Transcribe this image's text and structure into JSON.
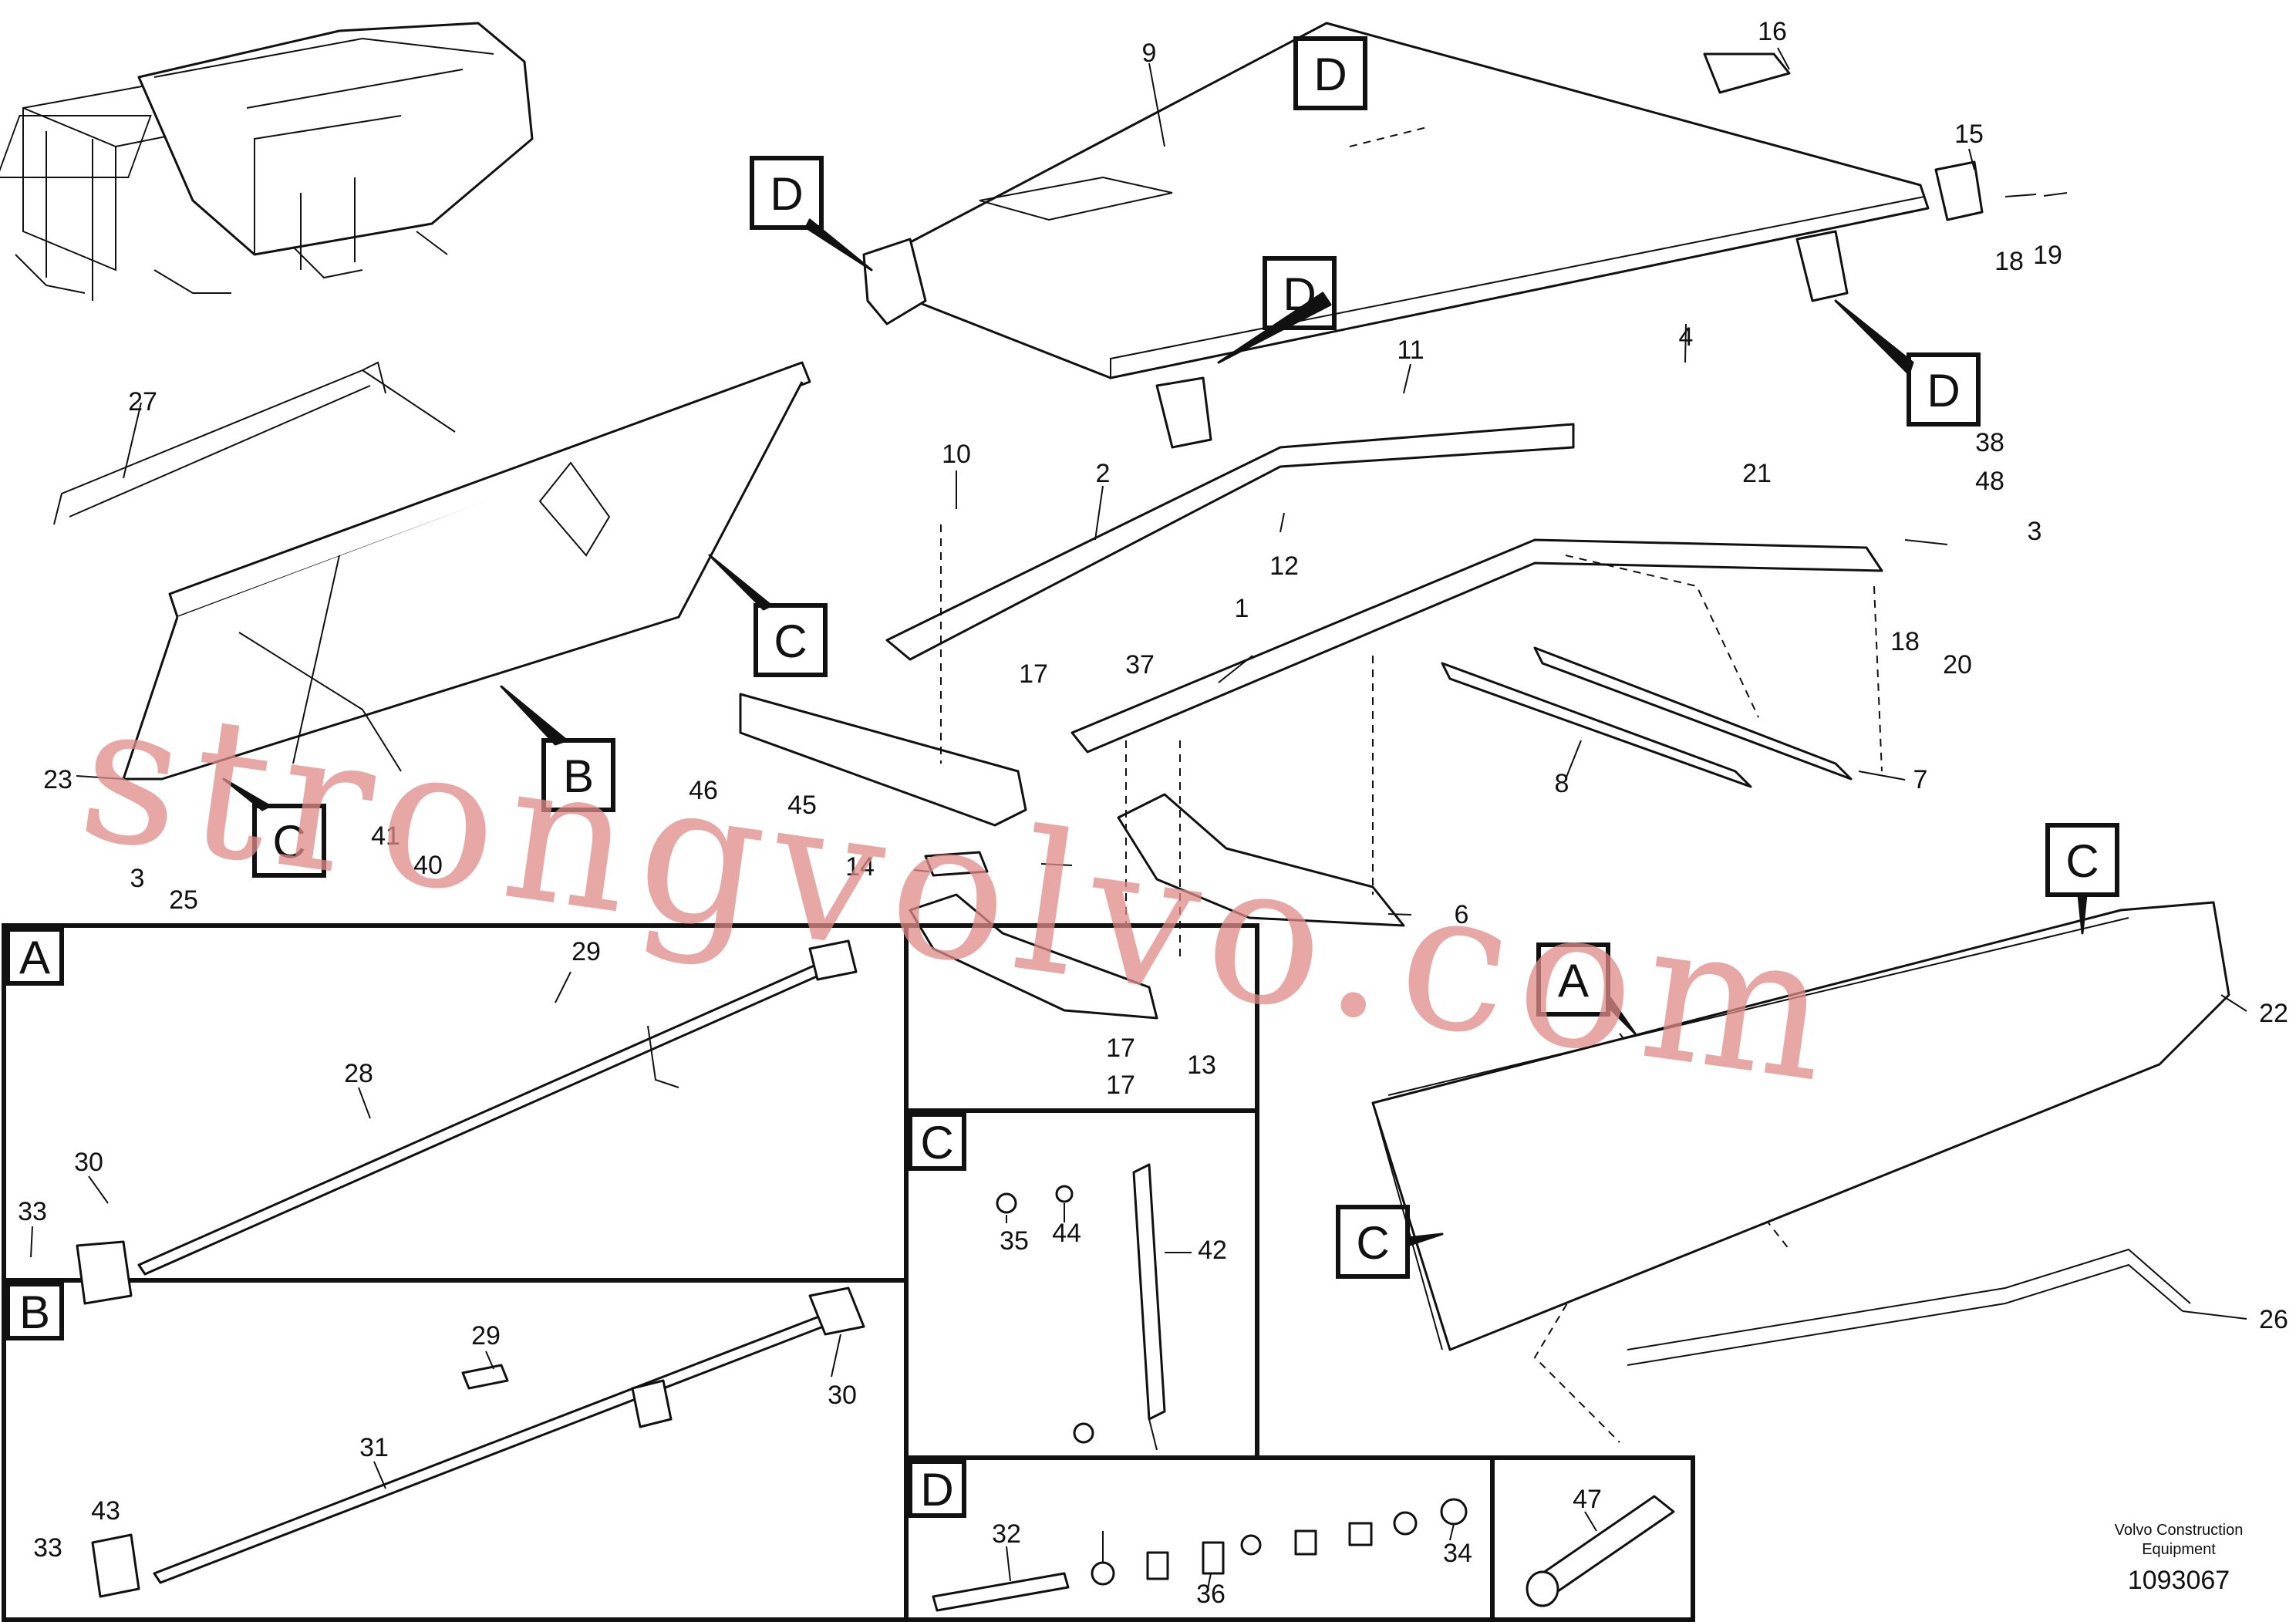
{
  "callouts": {
    "n1": "1",
    "n2": "2",
    "n3": "3",
    "n3b": "3",
    "n4": "4",
    "n6": "6",
    "n7": "7",
    "n8": "8",
    "n9": "9",
    "n10": "10",
    "n11": "11",
    "n12": "12",
    "n13": "13",
    "n14": "14",
    "n15": "15",
    "n16": "16",
    "n17": "17",
    "n17b": "17",
    "n18": "18",
    "n18b": "18",
    "n19": "19",
    "n20": "20",
    "n21": "21",
    "n22": "22",
    "n23": "23",
    "n25": "25",
    "n26": "26",
    "n27": "27",
    "n28": "28",
    "n29": "29",
    "n29b": "29",
    "n30": "30",
    "n30b": "30",
    "n31": "31",
    "n32": "32",
    "n33": "33",
    "n33b": "33",
    "n34": "34",
    "n35": "35",
    "n36": "36",
    "n37": "37",
    "n38": "38",
    "n40": "40",
    "n41": "41",
    "n42": "42",
    "n43": "43",
    "n44": "44",
    "n45": "45",
    "n46": "46",
    "n47": "47",
    "n48": "48"
  },
  "view_markers": {
    "a": "A",
    "b": "B",
    "c": "C",
    "d": "D"
  },
  "detail_panels": {
    "a": "A",
    "b": "B",
    "c": "C",
    "d": "D"
  },
  "footer": {
    "company_line1": "Volvo Construction",
    "company_line2": "Equipment",
    "drawing_number": "1093067"
  },
  "watermark": "strongvolvo.com"
}
